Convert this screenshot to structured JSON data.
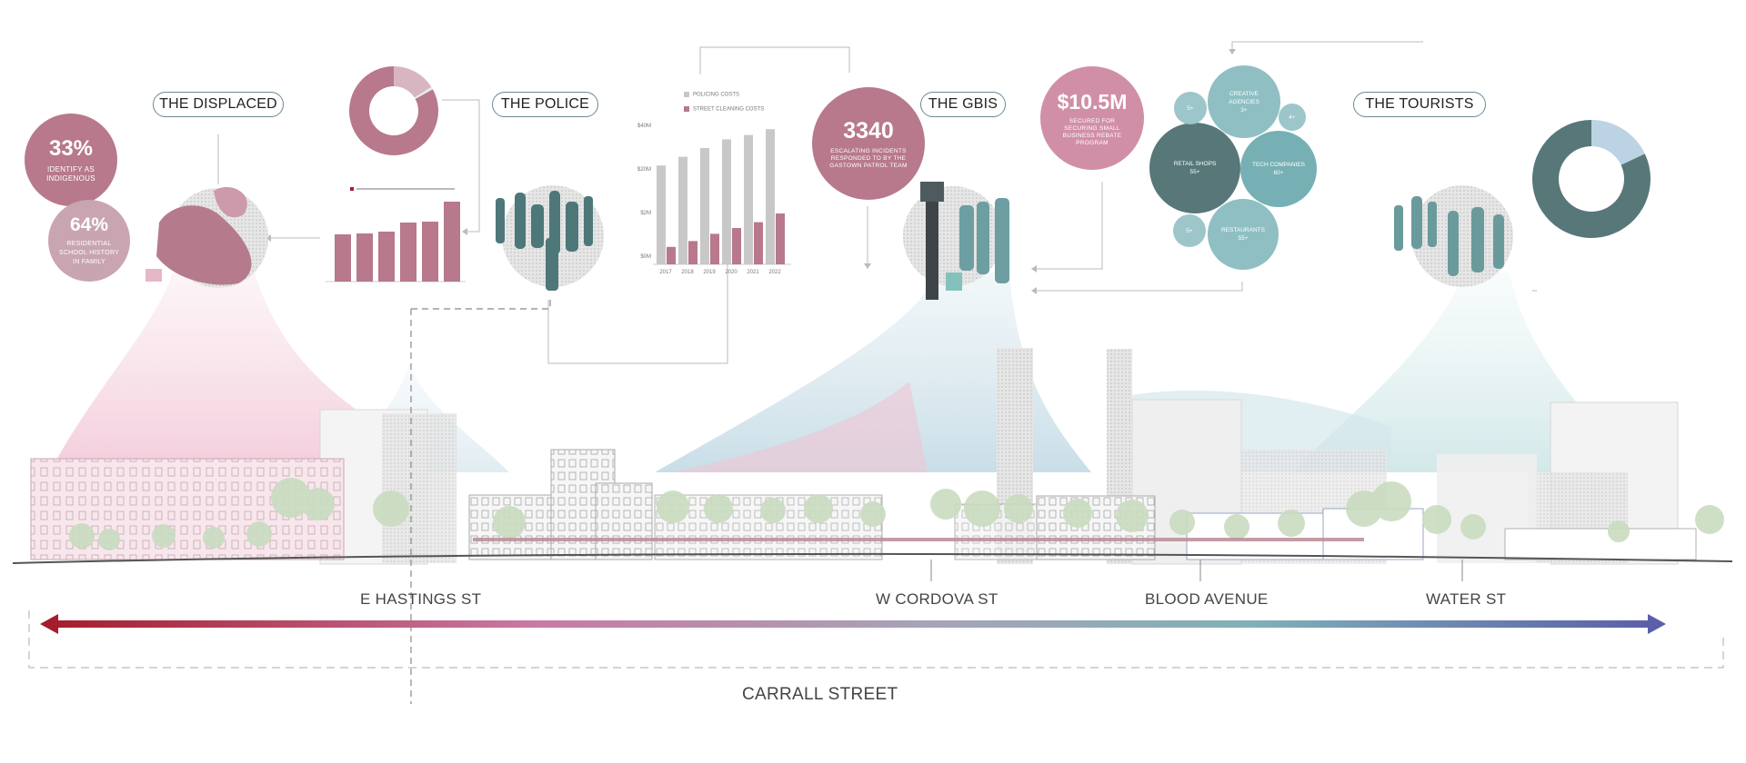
{
  "palette": {
    "pink": "#b7798b",
    "pink_light": "#f2c9d6",
    "pink_dot": "#cc9aaa",
    "grey_bar": "#c8c8c8",
    "teal_dark": "#577779",
    "teal_mid": "#77b0b4",
    "teal_light": "#9cc6ca",
    "blue_light": "#bcd3e4",
    "arrow_red": "#a51d2d",
    "arrow_blue": "#5a5fa8",
    "outline": "#6e8794"
  },
  "groups": {
    "displaced": {
      "label": "THE DISPLACED"
    },
    "police": {
      "label": "THE POLICE"
    },
    "gbis": {
      "label": "THE GBIS"
    },
    "tourists": {
      "label": "THE TOURISTS"
    }
  },
  "stats": {
    "indigenous": {
      "value": "33%",
      "caption": "IDENTIFY AS INDIGENOUS"
    },
    "residential": {
      "value": "64%",
      "caption": "RESIDENTIAL SCHOOL HISTORY IN FAMILY"
    },
    "incidents": {
      "value": "3340",
      "caption": "ESCALATING INCIDENTS RESPONDED TO BY THE GASTOWN PATROL TEAM"
    },
    "grant": {
      "value": "$10.5M",
      "caption": "SECURED FOR SECURING SMALL BUSINESS REBATE PROGRAM"
    }
  },
  "streets": {
    "hastings": "E HASTINGS ST",
    "cordova": "W CORDOVA ST",
    "blood": "BLOOD AVENUE",
    "water": "WATER ST",
    "carrall": "CARRALL STREET"
  },
  "chart_data": [
    {
      "type": "pie",
      "values": [
        16,
        1,
        83
      ],
      "colors": [
        "#d7b6c1",
        "#e9e9e9",
        "#b7798b"
      ]
    },
    {
      "type": "bar",
      "categories": [
        "",
        "",
        "",
        "",
        "",
        ""
      ],
      "values": [
        2600,
        2650,
        2750,
        3250,
        3300,
        4400
      ],
      "value_labels": [
        "",
        "",
        "",
        "",
        "",
        ""
      ],
      "ylim": [
        0,
        5000
      ]
    },
    {
      "type": "bar",
      "title": "",
      "categories": [
        "2017",
        "2018",
        "2019",
        "2020",
        "2021",
        "2022"
      ],
      "yticks": [
        "$40M",
        "$20M",
        "$2M",
        "$0M"
      ],
      "series": [
        {
          "name": "POLICING COSTS",
          "color": "#c8c8c8",
          "values": [
            68,
            74,
            80,
            86,
            89,
            93
          ]
        },
        {
          "name": "STREET CLEANING COSTS",
          "color": "#b7798b",
          "values": [
            12,
            16,
            21,
            25,
            29,
            35
          ]
        }
      ],
      "ylim": [
        0,
        100
      ]
    },
    {
      "type": "pie",
      "values": [
        18,
        82
      ],
      "colors": [
        "#bcd3e4",
        "#577779"
      ]
    }
  ],
  "bubbles": {
    "creative": {
      "label": "CREATIVE AGENCIES",
      "value": "3+"
    },
    "retail": {
      "label": "RETAIL SHOPS",
      "value": "55+"
    },
    "tech": {
      "label": "TECH COMPANIES",
      "value": "60+"
    },
    "restaurants": {
      "label": "RESTAURANTS",
      "value": "55+"
    },
    "left_top": {
      "value": "5+"
    },
    "right_top": {
      "value": "4+"
    },
    "left_bottom": {
      "value": "5+"
    }
  }
}
